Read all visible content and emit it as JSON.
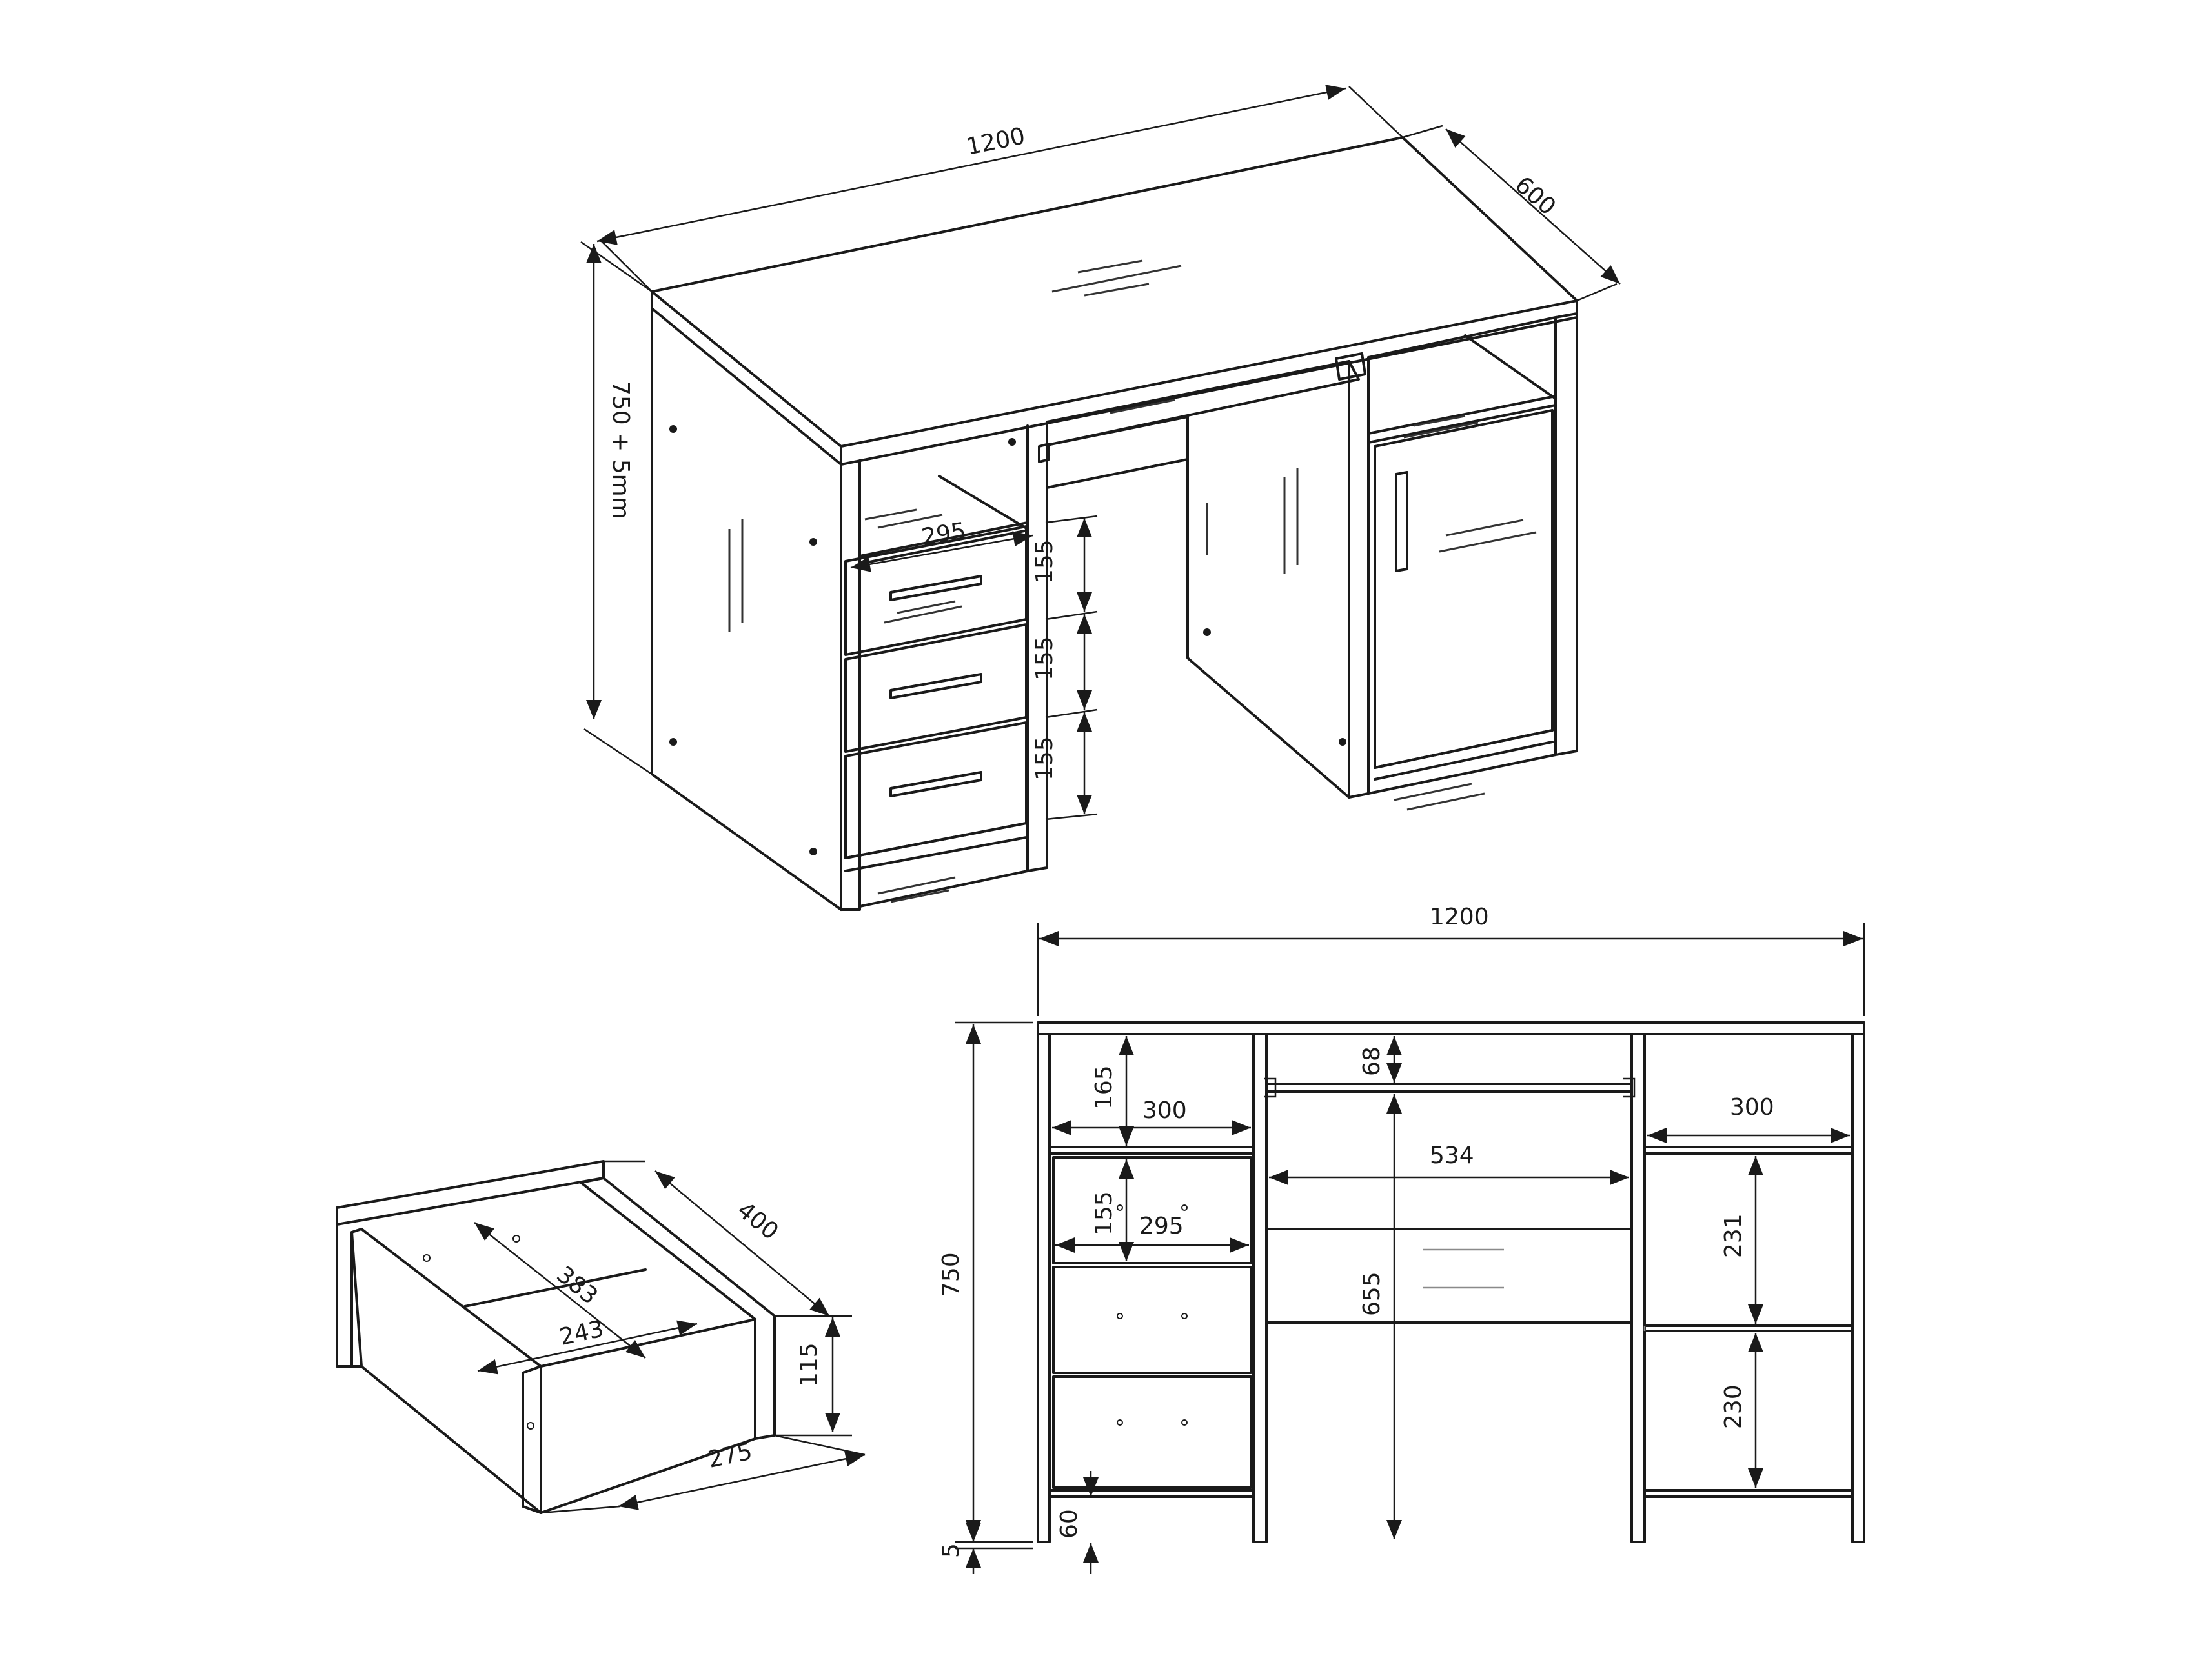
{
  "colors": {
    "line": "#1a1a1a",
    "background": "#ffffff"
  },
  "drawing": {
    "perspective_view": {
      "width": "1200",
      "depth": "600",
      "height": "750 + 5mm",
      "drawer_width": "295",
      "drawer_height_1": "155",
      "drawer_height_2": "155",
      "drawer_height_3": "155"
    },
    "drawer_detail": {
      "depth": "400",
      "inner_depth": "383",
      "inner_width": "243",
      "height": "115",
      "width": "275"
    },
    "front_view": {
      "total_width": "1200",
      "total_height": "750",
      "top_thickness": "5",
      "plinth_height": "60",
      "left_shelf_height": "165",
      "left_shelf_width": "300",
      "drawer_height": "155",
      "drawer_width": "295",
      "keyboard_tray_height": "68",
      "knee_space_width": "534",
      "knee_space_height": "655",
      "right_shelf_width": "300",
      "right_upper_height": "231",
      "right_lower_height": "230"
    }
  }
}
